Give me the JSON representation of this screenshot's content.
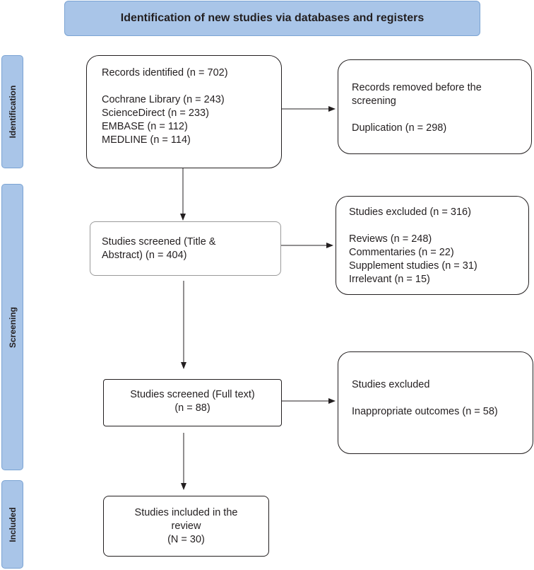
{
  "header": {
    "title": "Identification of new studies via databases and registers"
  },
  "stages": {
    "identification": "Identification",
    "screening": "Screening",
    "included": "Included"
  },
  "identified": {
    "title": "Records identified (n = 702)",
    "sources": [
      "Cochrane Library (n = 243)",
      "ScienceDirect (n = 233)",
      "EMBASE (n = 112)",
      "MEDLINE (n = 114)"
    ]
  },
  "removed": {
    "title_line1": "Records removed before the",
    "title_line2": "screening",
    "detail": "Duplication (n = 298)"
  },
  "screened_title_abstract": {
    "line1": "Studies screened (Title &",
    "line2": "Abstract) (n = 404)"
  },
  "excluded_first": {
    "title": "Studies excluded (n = 316)",
    "reasons": [
      "Reviews (n = 248)",
      "Commentaries (n = 22)",
      "Supplement studies (n = 31)",
      "Irrelevant (n = 15)"
    ]
  },
  "screened_full_text": {
    "line1": "Studies screened (Full text)",
    "line2": "(n = 88)"
  },
  "excluded_second": {
    "title": "Studies excluded",
    "reason": "Inappropriate outcomes (n = 58)"
  },
  "included_box": {
    "line1": "Studies included in the",
    "line2": "review",
    "line3": "(N = 30)"
  }
}
